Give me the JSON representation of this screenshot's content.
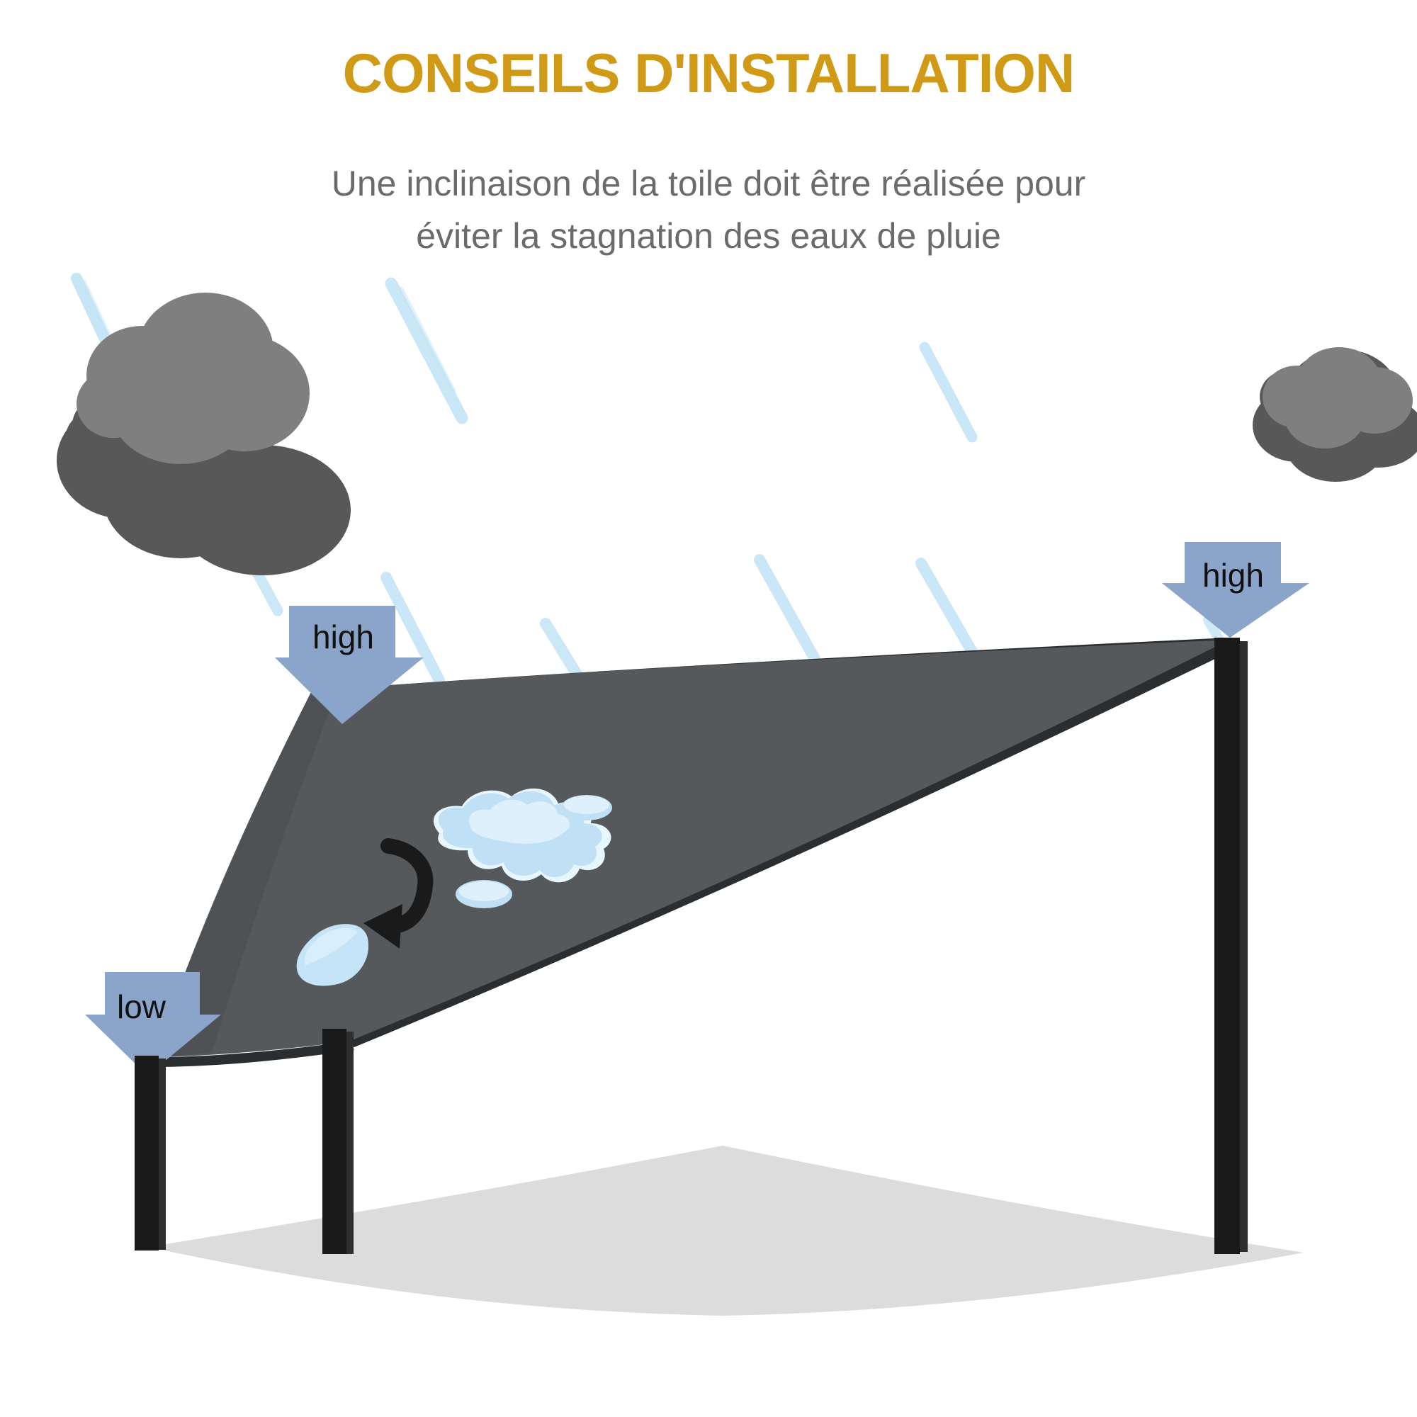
{
  "page": {
    "background_color": "#ffffff",
    "title": "CONSEILS D'INSTALLATION",
    "title_color": "#d19a16",
    "subtitle_line1": "Une inclinaison de la toile doit être réalisée pour",
    "subtitle_line2": "éviter la stagnation des eaux de pluie",
    "subtitle_color": "#6b6b6b"
  },
  "diagram": {
    "sail": {
      "fill_color": "#56595b",
      "edge_color": "#2b2e30",
      "underside_color": "#44484a"
    },
    "pole_color": "#1a1a1a",
    "ground_shadow_color": "#dcdcdc",
    "arrows": [
      {
        "id": "arrow-high-left",
        "label": "high",
        "fill": "#8ba4c9",
        "text_color": "#111111"
      },
      {
        "id": "arrow-high-right",
        "label": "high",
        "fill": "#8ba4c9",
        "text_color": "#111111"
      },
      {
        "id": "arrow-low-left",
        "label": "low",
        "fill": "#8ba4c9",
        "text_color": "#111111"
      }
    ],
    "clouds": [
      {
        "id": "cloud-left",
        "light_color": "#7f7f7f",
        "dark_color": "#585858"
      },
      {
        "id": "cloud-right",
        "light_color": "#7f7f7f",
        "dark_color": "#585858"
      }
    ],
    "rain": {
      "color": "#9fd3ee",
      "streak_count": 9
    },
    "water": {
      "puddle_fill": "#bfe0f5",
      "puddle_highlight": "#ddf0fb",
      "puddle_edge": "#e8f6ff",
      "drop_fill": "#c6e4f7"
    },
    "flow_arrow": {
      "id": "water-flow-arrow",
      "color": "#1a1a1a"
    }
  }
}
